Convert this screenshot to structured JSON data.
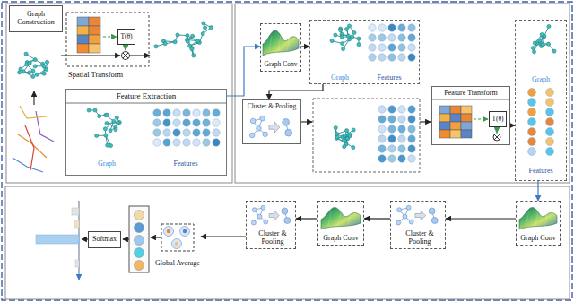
{
  "diagram": {
    "nodes": [
      {
        "text": [
          "Graph Construction"
        ]
      },
      {
        "text": [
          "Spatial Transform"
        ]
      },
      {
        "text": [
          "T(θ)"
        ],
        "in": 1
      },
      {
        "text": [
          "Feature Extraction",
          "Graph",
          "Features"
        ]
      },
      {
        "text": [
          "Graph Conv"
        ]
      },
      {
        "text": [
          "Graph",
          "Features"
        ]
      },
      {
        "text": [
          "Cluster & Pooling"
        ]
      },
      {
        "text": [
          "Feature Transform"
        ]
      },
      {
        "text": [
          "T(θ)"
        ],
        "in": 7
      },
      {
        "text": [
          "Graph",
          "Features"
        ]
      },
      {
        "text": [
          "Graph Conv"
        ]
      },
      {
        "text": [
          "Cluster & Pooling"
        ]
      },
      {
        "text": [
          "Graph Conv"
        ]
      },
      {
        "text": [
          "Cluster & Pooling"
        ]
      },
      {
        "text": [
          "Global Average"
        ]
      },
      {
        "text": [
          "Softmax"
        ]
      }
    ],
    "edges": [
      {
        "from": 3,
        "to": 4,
        "arrow": "to"
      },
      {
        "from": 4,
        "to": 5,
        "arrow": "to"
      },
      {
        "from": 5,
        "to": 6,
        "arrow": "to"
      },
      {
        "from": 7,
        "to": 9,
        "arrow": "to"
      },
      {
        "from": 9,
        "to": 10,
        "arrow": "to"
      },
      {
        "from": 10,
        "to": 11,
        "arrow": "to"
      },
      {
        "from": 11,
        "to": 12,
        "arrow": "to"
      },
      {
        "from": 12,
        "to": 13,
        "arrow": "to"
      },
      {
        "from": 13,
        "to": 14,
        "arrow": "to"
      }
    ]
  }
}
